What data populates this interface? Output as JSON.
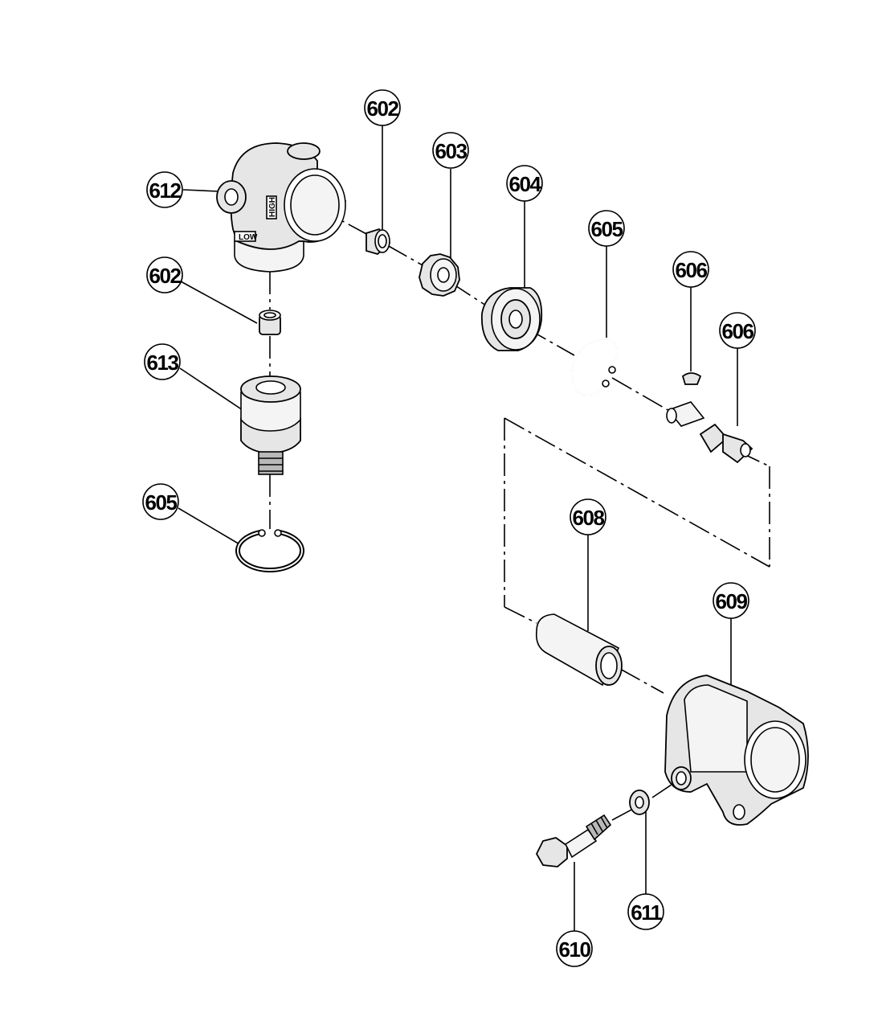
{
  "callouts": [
    {
      "id": "c-602-top",
      "label": "602"
    },
    {
      "id": "c-603",
      "label": "603"
    },
    {
      "id": "c-604",
      "label": "604"
    },
    {
      "id": "c-605-right",
      "label": "605"
    },
    {
      "id": "c-606-top",
      "label": "606"
    },
    {
      "id": "c-606-right",
      "label": "606"
    },
    {
      "id": "c-612",
      "label": "612"
    },
    {
      "id": "c-602-left",
      "label": "602"
    },
    {
      "id": "c-613",
      "label": "613"
    },
    {
      "id": "c-605-left",
      "label": "605"
    },
    {
      "id": "c-608",
      "label": "608"
    },
    {
      "id": "c-609",
      "label": "609"
    },
    {
      "id": "c-611",
      "label": "611"
    },
    {
      "id": "c-610",
      "label": "610"
    }
  ],
  "markings": {
    "housing_low": "LOW",
    "housing_high": "HIGH"
  }
}
